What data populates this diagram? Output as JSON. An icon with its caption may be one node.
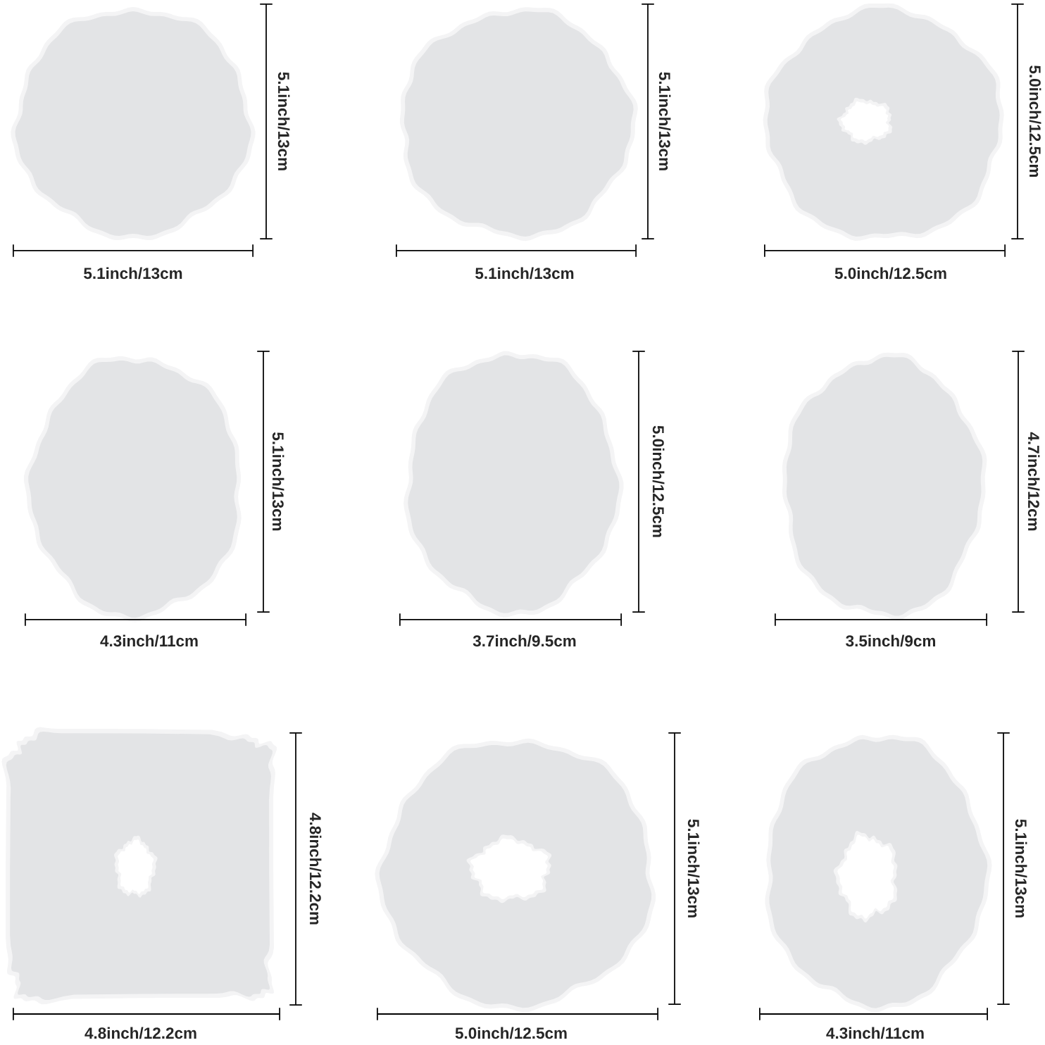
{
  "diagram": {
    "labels": [
      "5.1inch/13cm",
      "5.1inch/13cm",
      "5.1inch/13cm",
      "5.1inch/13cm",
      "5.0inch/12.5cm",
      "5.0inch/12.5cm",
      "5.1inch/13cm",
      "4.3inch/11cm",
      "5.0inch/12.5cm",
      "3.7inch/9.5cm",
      "4.7inch/12cm",
      "3.5inch/9cm",
      "4.8inch/12.2cm",
      "4.8inch/12.2cm",
      "5.1inch/13cm",
      "5.0inch/12.5cm",
      "5.1inch/13cm",
      "4.3inch/11cm"
    ]
  }
}
